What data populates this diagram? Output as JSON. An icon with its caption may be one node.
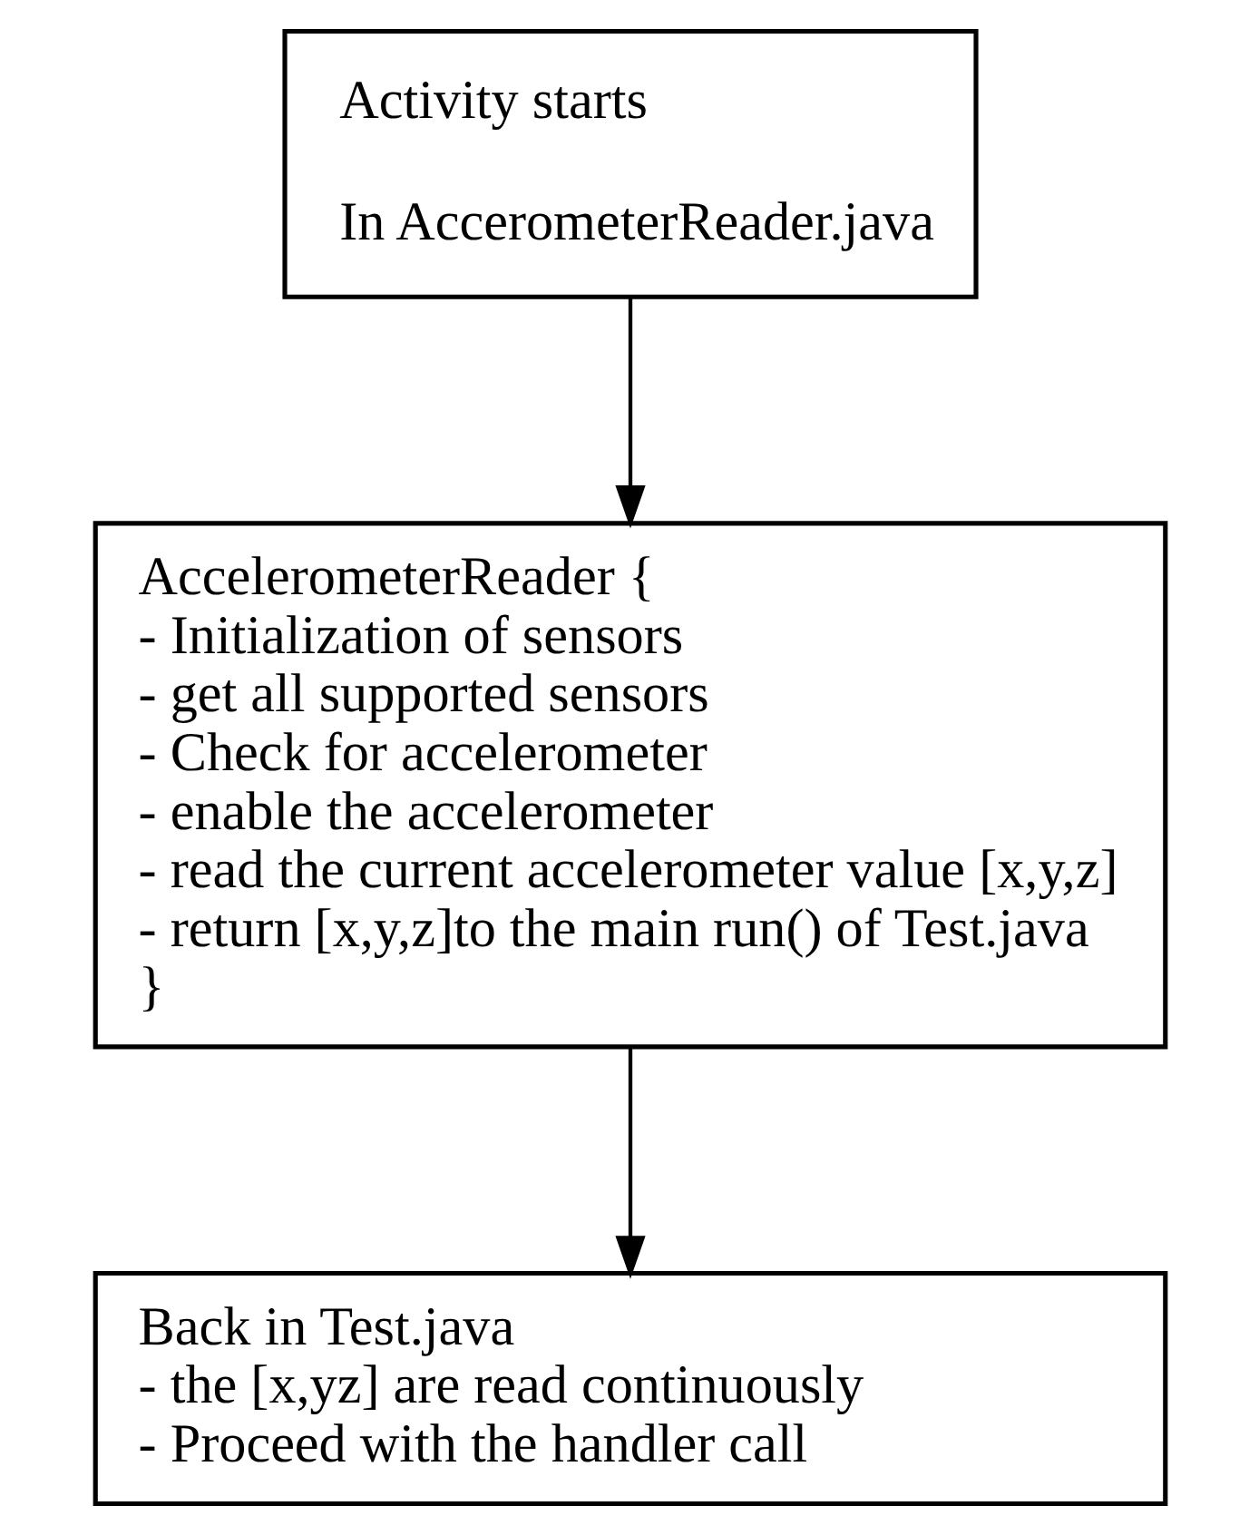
{
  "diagram": {
    "nodes": [
      {
        "text": [
          "Activity starts",
          "In AccerometerReader.java"
        ]
      },
      {
        "text": [
          "AccelerometerReader {",
          "- Initialization of sensors",
          "- get all supported sensors",
          "- Check for accelerometer",
          "- enable the accelerometer",
          "- read the current accelerometer value [x,y,z]",
          "- return [x,y,z]to the main run() of Test.java",
          "}"
        ]
      },
      {
        "text": [
          "Back in Test.java",
          "- the [x,yz] are read continuously",
          "- Proceed with the handler call"
        ]
      }
    ],
    "edges": [
      {
        "from": 0,
        "to": 1,
        "arrow": "to"
      },
      {
        "from": 1,
        "to": 2,
        "arrow": "to"
      }
    ]
  }
}
